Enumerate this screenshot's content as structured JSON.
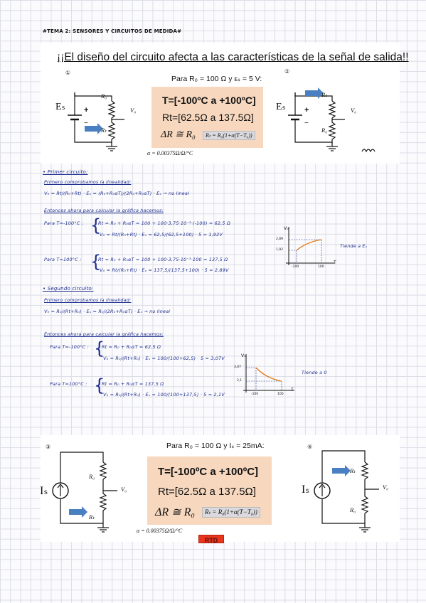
{
  "header": {
    "tema": "#TEMA 2: SENSORES Y CIRCUITOS DE MEDIDA#"
  },
  "top": {
    "title": "¡¡El diseño del circuito afecta a las características de la señal de salida!!",
    "condition": "Para R₀ = 100 Ω y εₛ = 5 V:",
    "temp_range": "T=[-100ºC a +100ºC]",
    "rt_range": "Rt=[62.5Ω a 137.5Ω]",
    "delta_r": "ΔR ≅ R₀",
    "formula": "Rₜ = R₀(1+α(T−T₀))",
    "alpha": "α = 0.00375Ω/Ω/°C",
    "circ1_num": "①",
    "circ2_num": "②",
    "es_label": "Eₛ",
    "ro_label": "R₀",
    "rt_label": "Rₜ",
    "vo_label": "V₀",
    "plus": "+",
    "minus": "−"
  },
  "notes": {
    "primer": "• Primer circuito:",
    "p1": "Primero comprobamos la linealidad:",
    "p1_eq": "V₀ = Rt/(R₀+Rt) · Eₛ = (R₀+R₀αT)/(2R₀+R₀αT) · Eₛ → no lineal",
    "p1_graph": "Entonces ahora para calcular la gráfica hacemos:",
    "p1_a_lbl": "Para T=-100°C :",
    "p1_a1": "Rt = R₀ + R₀αT = 100 + 100·3,75·10⁻³·(-100) = 62,5 Ω",
    "p1_a2": "V₀ = Rt/(R₀+Rt) · Eₛ = 62,5/(62,5+100) · 5 = 1,92V",
    "p1_b_lbl": "Para T=100°C :",
    "p1_b1": "Rt = R₀ + R₀αT = 100 + 100·3,75·10⁻³·100 = 137,5 Ω",
    "p1_b2": "V₀ = Rt/(R₀+Rt) · Eₛ = 137,5/(137,5+100) · 5 = 2,89V",
    "g1_y": "V₀",
    "g1_x": "T",
    "g1_y1": "2,89",
    "g1_y2": "1,92",
    "g1_x1": "-100",
    "g1_x2": "100",
    "g1_note": "Tiende a Eₛ",
    "segundo": "• Segundo circuito:",
    "s1": "Primero comprobamos la linealidad:",
    "s1_eq": "V₀ = R₀/(Rt+R₀) · Eₛ = R₀/(2R₀+R₀αT) · Eₛ → no lineal",
    "s1_graph": "Entonces ahora para calcular la gráfica hacemos:",
    "s1_a_lbl": "Para T=-100°C :",
    "s1_a1": "Rt = R₀ + R₀αT = 62,5 Ω",
    "s1_a2": "V₀ = R₀/(Rt+R₀) · Eₛ = 100/(100+62,5) · 5 = 3,07V",
    "s1_b_lbl": "Para T=100°C :",
    "s1_b1": "Rt = R₀ + R₀αT = 137,5 Ω",
    "s1_b2": "V₀ = R₀/(Rt+R₀) · Eₛ = 100/(100+137,5) · 5 = 2,1V",
    "g2_y": "V₀",
    "g2_x": "T",
    "g2_y1": "3,07",
    "g2_y2": "2,1",
    "g2_x1": "-100",
    "g2_x2": "100",
    "g2_note": "Tiende a 0"
  },
  "bottom": {
    "condition": "Para R₀ = 100 Ω y Iₛ = 25mA:",
    "temp_range": "T=[-100ºC a +100ºC]",
    "rt_range": "Rt=[62.5Ω a 137.5Ω]",
    "delta_r": "ΔR ≅ R₀",
    "formula": "Rₜ = R₀(1+α(T−T₀))",
    "alpha": "α = 0.00375Ω/Ω/°C",
    "circ3_num": "③",
    "circ4_num": "④",
    "is_label": "Iₛ",
    "ro_label": "R₀",
    "rt_label": "Rₜ",
    "vo_label": "V₀",
    "red_tab": "RTD"
  },
  "colors": {
    "peach": "#f7d8bf",
    "ink": "#1a2a8c",
    "orange": "#e07a10",
    "arrow": "#4a7fc1"
  }
}
